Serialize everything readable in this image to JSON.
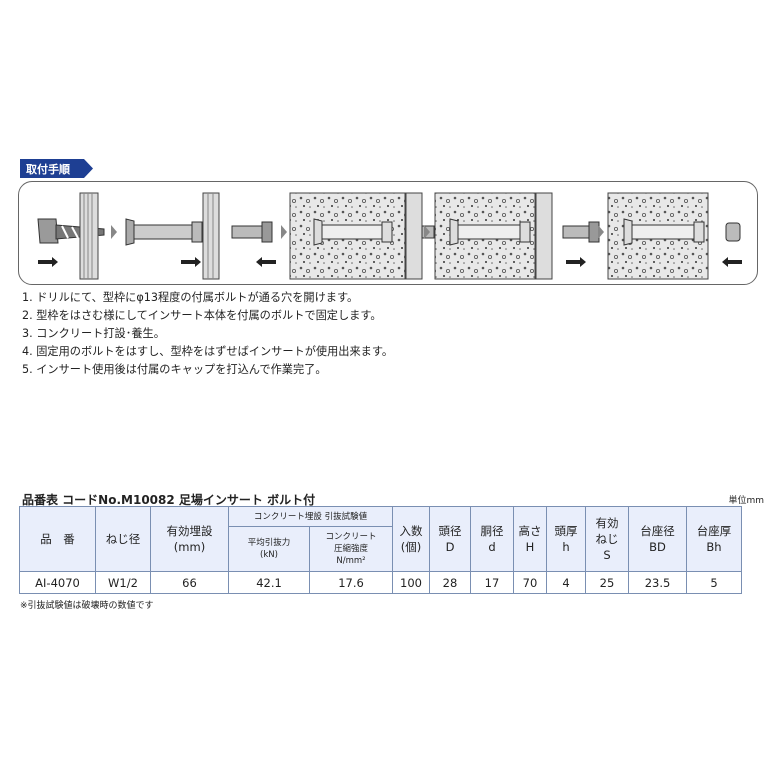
{
  "section_tag": "取付手順",
  "steps": [
    "1. ドリルにて、型枠にφ13程度の付属ボルトが通る穴を開けます。",
    "2. 型枠をはさむ様にしてインサート本体を付属のボルトで固定します。",
    "3. コンクリート打設･養生。",
    "4. 固定用のボルトをはすし、型枠をはずせばインサートが使用出来ます。",
    "5. インサート使用後は付属のキャップを打込んで作業完了。"
  ],
  "table": {
    "title": "品番表 コードNo.M10082 足場インサート ボルト付",
    "unit": "単位mm",
    "headers": {
      "part_no": "品　番",
      "thread": "ねじ径",
      "embed_line1": "有効埋設",
      "embed_line2": "(mm)",
      "test_group": "コンクリート埋設 引抜試験値",
      "pull_line1": "平均引抜力",
      "pull_line2": "(kN)",
      "comp_line1": "コンクリート",
      "comp_line2": "圧縮強度",
      "comp_line3": "N/mm²",
      "qty_line1": "入数",
      "qty_line2": "(個)",
      "head_dia_line1": "頭径",
      "head_dia_line2": "D",
      "body_dia_line1": "胴径",
      "body_dia_line2": "d",
      "height_line1": "高さ",
      "height_line2": "H",
      "head_thick_line1": "頭厚",
      "head_thick_line2": "h",
      "eff_thread_line1": "有効",
      "eff_thread_line2": "ねじ",
      "eff_thread_line3": "S",
      "base_dia_line1": "台座径",
      "base_dia_line2": "BD",
      "base_thick_line1": "台座厚",
      "base_thick_line2": "Bh"
    },
    "row": {
      "part_no": "AI-4070",
      "thread": "W1/2",
      "embed": "66",
      "pull": "42.1",
      "comp": "17.6",
      "qty": "100",
      "head_dia": "28",
      "body_dia": "17",
      "height": "70",
      "head_thick": "4",
      "eff_thread": "25",
      "base_dia": "23.5",
      "base_thick": "5"
    },
    "footnote": "※引抜試験値は破壊時の数値です"
  },
  "colors": {
    "tag_bg": "#1e3f93",
    "table_header_bg": "#e9eefb",
    "table_border": "#7a8fb2"
  }
}
